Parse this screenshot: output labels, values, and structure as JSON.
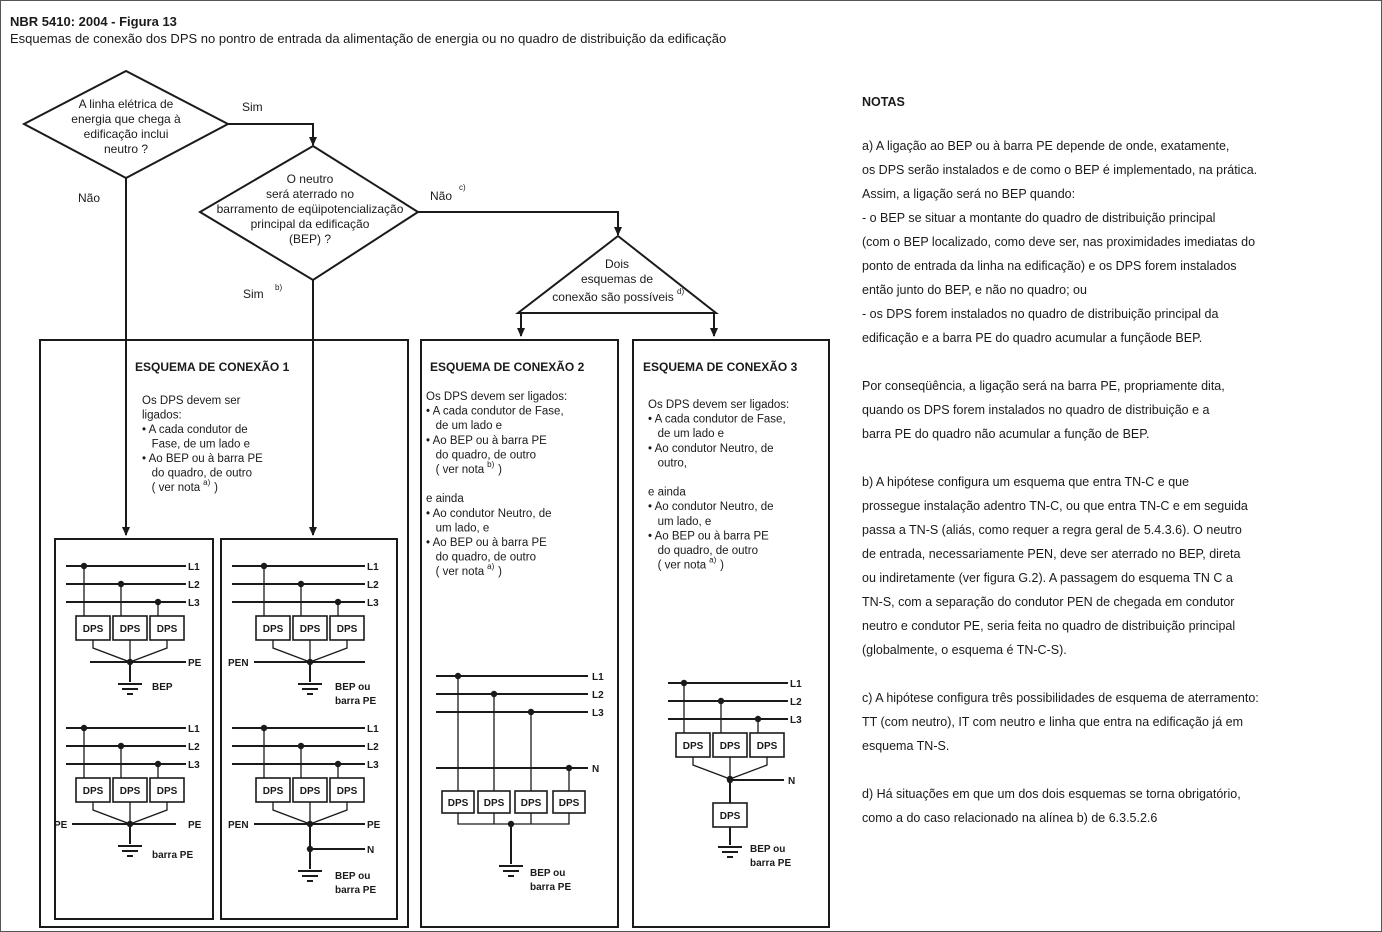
{
  "header": {
    "title": "NBR 5410: 2004 - Figura 13",
    "subtitle": "Esquemas de conexão dos DPS no pontro de entrada da alimentação de energia ou no quadro de distribuição da edificação"
  },
  "flow": {
    "q1": [
      "A linha elétrica de",
      "energia que chega à",
      "edificação inclui",
      "neutro ?"
    ],
    "q1_yes": "Sim",
    "q1_no": "Não",
    "q2": [
      "O neutro",
      "será aterrado no",
      "barramento de eqüipotencialização",
      "principal da edificação",
      "(BEP) ?"
    ],
    "q2_no": "Não",
    "q2_no_note": "c)",
    "q2_yes": "Sim",
    "q2_yes_note": "b)",
    "q3": [
      "Dois",
      "esquemas de",
      "conexão são possíveis"
    ],
    "q3_note": "d)"
  },
  "schemes": {
    "s1": {
      "title": "ESQUEMA DE CONEXÃO 1",
      "lines": [
        "Os DPS devem ser",
        "ligados:",
        "•  A cada condutor de",
        "   Fase, de um lado e",
        "•  Ao BEP ou à barra PE",
        "   do quadro, de outro",
        "   ( ver nota"
      ],
      "note": "a)"
    },
    "s2": {
      "title": "ESQUEMA DE CONEXÃO 2",
      "lines": [
        "Os DPS devem ser ligados:",
        "•  A cada condutor de Fase,",
        "   de um lado e",
        "•  Ao BEP ou à barra PE",
        "   do quadro, de outro",
        "   ( ver nota",
        "",
        "e ainda",
        "•  Ao condutor Neutro, de",
        "   um lado, e",
        "•  Ao BEP ou à barra PE",
        "   do quadro, de outro",
        "   ( ver nota"
      ],
      "note1": "b)",
      "note2": "a)"
    },
    "s3": {
      "title": "ESQUEMA DE CONEXÃO 3",
      "lines": [
        "Os DPS devem ser ligados:",
        "•  A cada condutor de Fase,",
        "   de um lado e",
        "•  Ao condutor Neutro, de",
        "   outro,",
        "",
        "e ainda",
        "•  Ao condutor Neutro, de",
        "   um lado, e",
        "•  Ao BEP ou à barra PE",
        "   do quadro, de outro",
        "   ( ver nota"
      ],
      "note": "a)"
    }
  },
  "labels": {
    "l1": "L1",
    "l2": "L2",
    "l3": "L3",
    "n": "N",
    "pe": "PE",
    "pen": "PEN",
    "dps": "DPS",
    "bep": "BEP",
    "bep_ou": "BEP ou",
    "barra_pe": "barra PE"
  },
  "notes": {
    "title": "NOTAS",
    "a": [
      "a) A ligação ao BEP ou à barra PE depende de onde, exatamente,",
      "os DPS serão instalados e de como o BEP é implementado, na prática.",
      "Assim, a ligação será no BEP quando:",
      "- o BEP se situar a montante do quadro de distribuição principal",
      "(com o BEP localizado, como deve ser, nas proximidades imediatas do",
      "ponto de entrada da linha na edificação) e os DPS forem instalados",
      "então junto do BEP, e não no quadro; ou",
      "- os DPS forem instalados no quadro de distribuição principal da",
      "edificação e a barra PE do quadro acumular a funçãode BEP."
    ],
    "a2": [
      "Por conseqüência, a ligação será na barra PE, propriamente dita,",
      "quando os DPS forem instalados no quadro de distribuição e a",
      "barra PE do quadro não acumular a função de BEP."
    ],
    "b": [
      "b) A hipótese configura um esquema que entra TN-C e que",
      "prossegue instalação adentro TN-C, ou que entra TN-C e em seguida",
      "passa a TN-S (aliás, como requer a regra geral de 5.4.3.6). O neutro",
      "de entrada, necessariamente PEN, deve ser aterrado no BEP, direta",
      "ou indiretamente (ver figura G.2). A passagem do esquema TN C a",
      "TN-S, com a separação do condutor PEN de chegada em condutor",
      "neutro e condutor PE, seria feita no quadro de distribuição principal",
      "(globalmente, o esquema é TN-C-S)."
    ],
    "c": [
      "c) A hipótese configura três possibilidades de esquema de aterramento:",
      "TT (com neutro), IT com neutro e linha que entra na edificação já em",
      "esquema TN-S."
    ],
    "d": [
      "d) Há situações em que um dos dois esquemas se torna obrigatório,",
      "como a do caso relacionado na alínea b) de 6.3.5.2.6"
    ]
  }
}
